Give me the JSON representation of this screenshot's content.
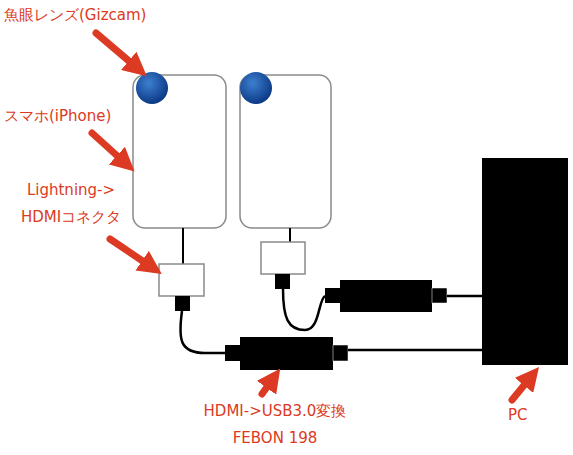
{
  "diagram": {
    "labels": [
      "魚眼レンズ(Gizcam)",
      "スマホ(iPhone)",
      "Lightning-> HDMIコネクタ",
      "HDMI->USB3.0変換 FEBON 198",
      "PC"
    ]
  }
}
